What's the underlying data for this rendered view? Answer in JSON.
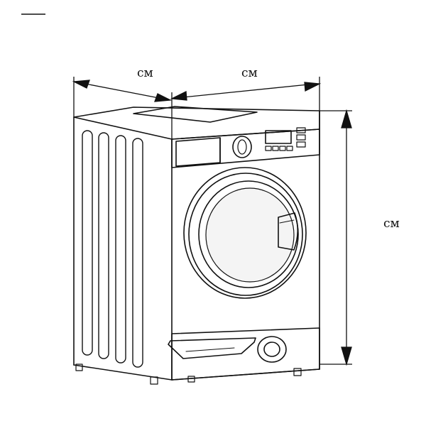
{
  "dimensions": {
    "depth_label": "см",
    "width_label": "см",
    "height_label": "см"
  },
  "colors": {
    "line": "#111111",
    "background": "#ffffff",
    "glass": "#f4f4f4"
  },
  "icons": [
    "washing-machine-icon"
  ]
}
